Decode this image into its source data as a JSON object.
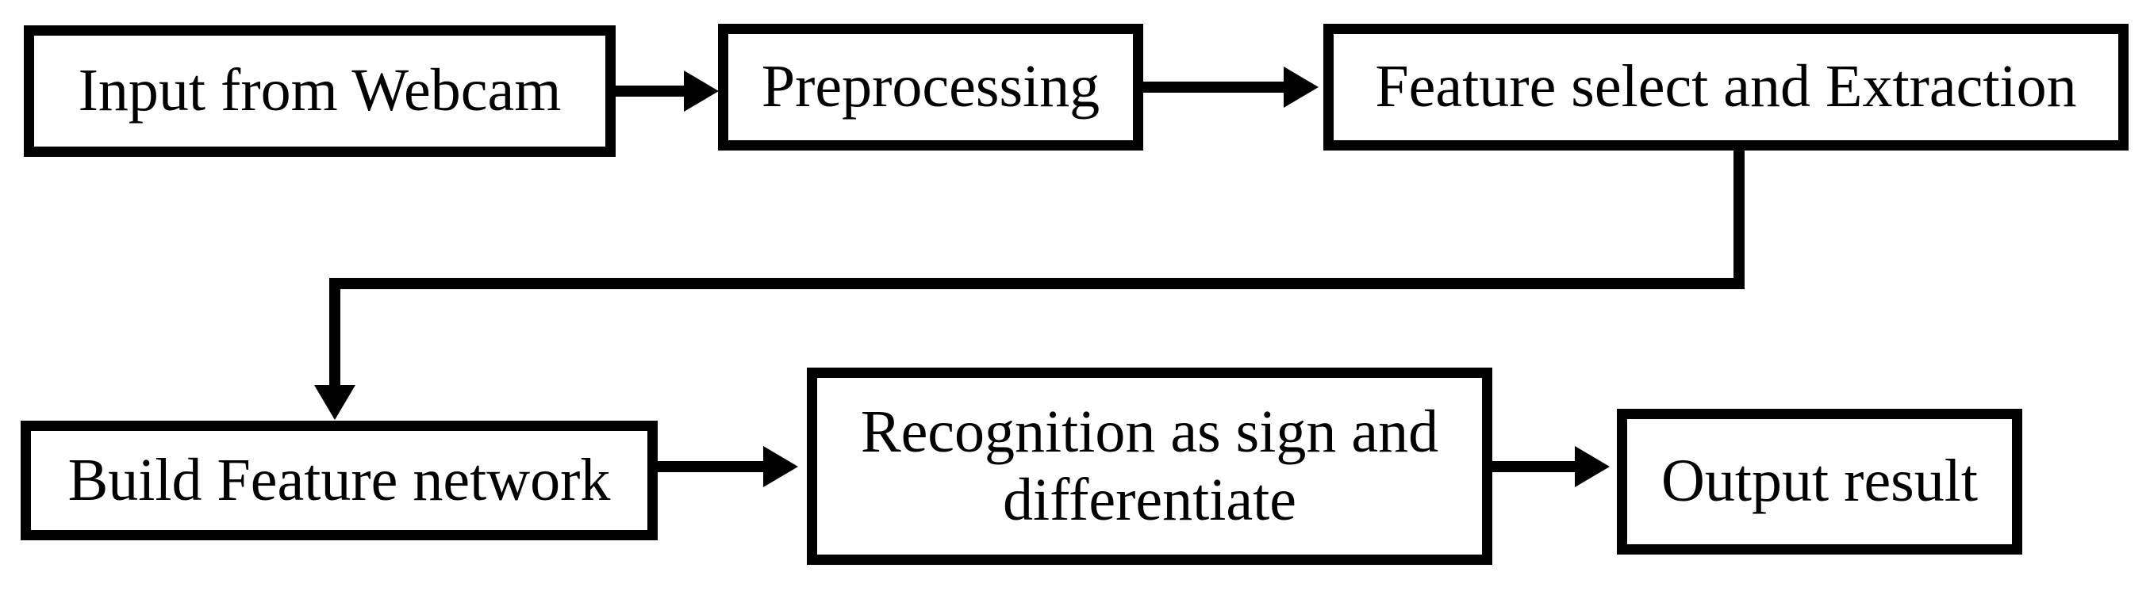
{
  "diagram": {
    "type": "flowchart",
    "orientation": "left-to-right, two rows",
    "background_color": "#ffffff",
    "stroke_color": "#000000",
    "nodes": [
      {
        "id": "input",
        "label": "Input from Webcam"
      },
      {
        "id": "preprocess",
        "label": "Preprocessing"
      },
      {
        "id": "feature",
        "label": "Feature select and Extraction"
      },
      {
        "id": "build",
        "label": "Build Feature network"
      },
      {
        "id": "recognize",
        "label": "Recognition as sign and\ndifferentiate"
      },
      {
        "id": "output",
        "label": "Output result"
      }
    ],
    "edges": [
      {
        "from": "input",
        "to": "preprocess",
        "style": "straight-arrow"
      },
      {
        "from": "preprocess",
        "to": "feature",
        "style": "straight-arrow"
      },
      {
        "from": "feature",
        "to": "build",
        "style": "elbow-arrow"
      },
      {
        "from": "build",
        "to": "recognize",
        "style": "straight-arrow"
      },
      {
        "from": "recognize",
        "to": "output",
        "style": "straight-arrow"
      }
    ]
  }
}
